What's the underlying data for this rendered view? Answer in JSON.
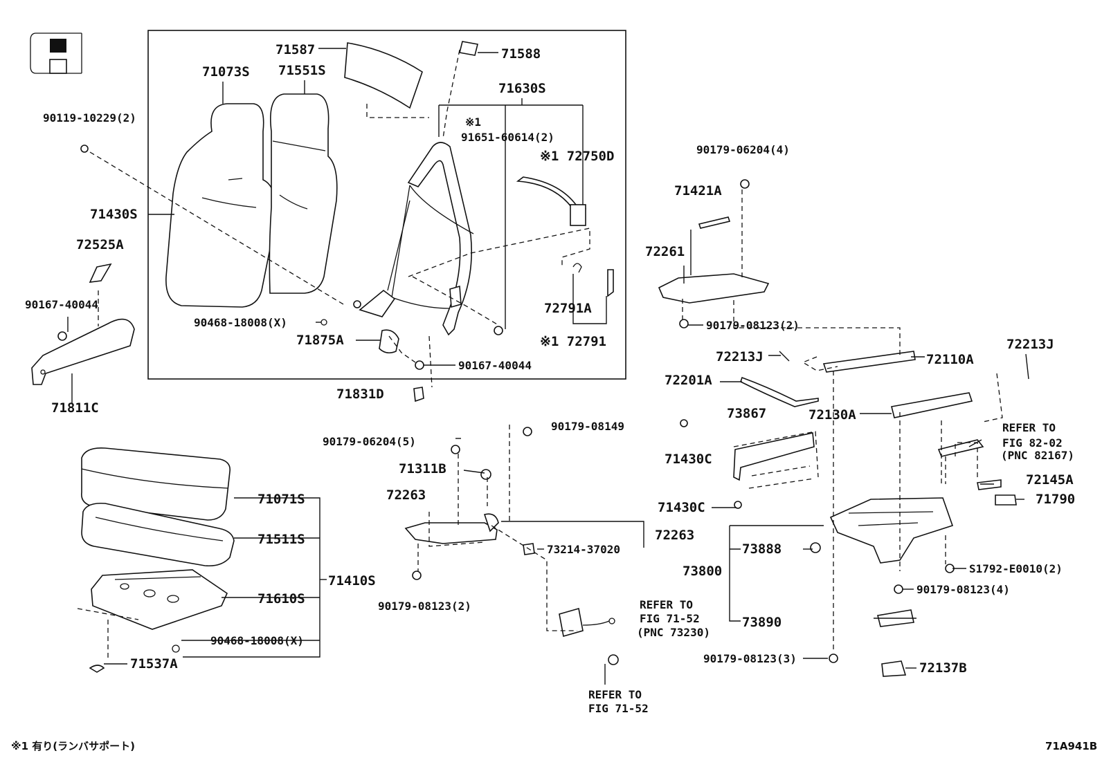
{
  "labels": {
    "p71587": "71587",
    "p71588": "71588",
    "p71073S": "71073S",
    "p71551S": "71551S",
    "p71630S": "71630S",
    "m1_a": "※1",
    "p91651": "91651-60614(2)",
    "p72750D": "※1 72750D",
    "p90119": "90119-10229(2)",
    "p71430S": "71430S",
    "p72525A": "72525A",
    "p90167a": "90167-40044",
    "p90468a": "90468-18008(X)",
    "p71875A": "71875A",
    "p72791A": "72791A",
    "p72791": "※1 72791",
    "p90167b": "90167-40044",
    "p71811C": "71811C",
    "p71831D": "71831D",
    "p90179_06204_4": "90179-06204(4)",
    "p71421A": "71421A",
    "p72261": "72261",
    "p90179_08123_2a": "90179-08123(2)",
    "p72213J_a": "72213J",
    "p72110A": "72110A",
    "p72213J_b": "72213J",
    "p72201A": "72201A",
    "p73867": "73867",
    "p72130A": "72130A",
    "ref82_1": "REFER TO",
    "ref82_2": "FIG 82-02",
    "ref82_3": "(PNC 82167)",
    "p71430C_a": "71430C",
    "p72145A": "72145A",
    "p71790": "71790",
    "p71430C_b": "71430C",
    "p90179_08149": "90179-08149",
    "p90179_06204_5": "90179-06204(5)",
    "p71311B": "71311B",
    "p72263a": "72263",
    "p72263b": "72263",
    "p73214": "73214-37020",
    "p90179_08123_2b": "90179-08123(2)",
    "ref71a_1": "REFER TO",
    "ref71a_2": "FIG 71-52",
    "ref71a_3": "(PNC 73230)",
    "ref71b_1": "REFER TO",
    "ref71b_2": "FIG 71-52",
    "p71071S": "71071S",
    "p71511S": "71511S",
    "p71410S": "71410S",
    "p71610S": "71610S",
    "p90468b": "90468-18008(X)",
    "p71537A": "71537A",
    "p73888": "73888",
    "p73800": "73800",
    "p73890": "73890",
    "pS1792": "S1792-E0010(2)",
    "p90179_08123_4": "90179-08123(4)",
    "p90179_08123_3": "90179-08123(3)",
    "p72137B": "72137B"
  },
  "footnote": "※1 有り(ランバサポート)",
  "figure_code": "71A941B"
}
